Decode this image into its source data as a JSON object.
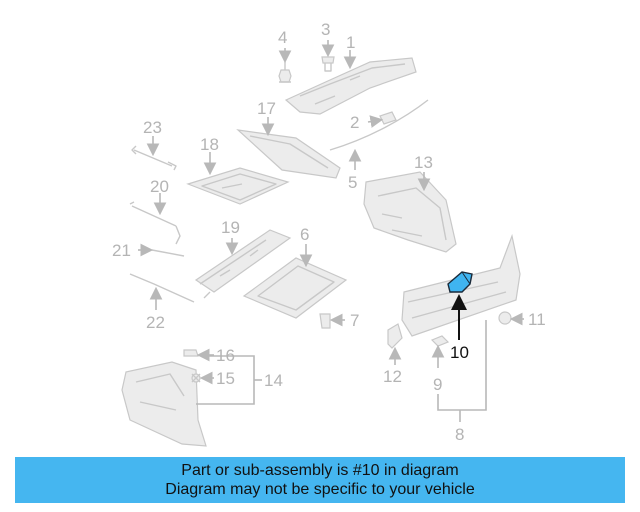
{
  "callouts": {
    "n1": "1",
    "n2": "2",
    "n3": "3",
    "n4": "4",
    "n5": "5",
    "n6": "6",
    "n7": "7",
    "n8": "8",
    "n9": "9",
    "n10": "10",
    "n11": "11",
    "n12": "12",
    "n13": "13",
    "n14": "14",
    "n15": "15",
    "n16": "16",
    "n17": "17",
    "n18": "18",
    "n19": "19",
    "n20": "20",
    "n21": "21",
    "n22": "22",
    "n23": "23"
  },
  "highlighted_part": "10",
  "banner": {
    "line1": "Part or sub-assembly is #10 in diagram",
    "line2": "Diagram may not be specific to your vehicle"
  },
  "colors": {
    "banner_background": "#45b6f0",
    "highlight_part": "#3fb4f0",
    "line_art": "#c8c8c8",
    "callout_text": "#b4b4b4",
    "highlight_callout": "#111111"
  }
}
